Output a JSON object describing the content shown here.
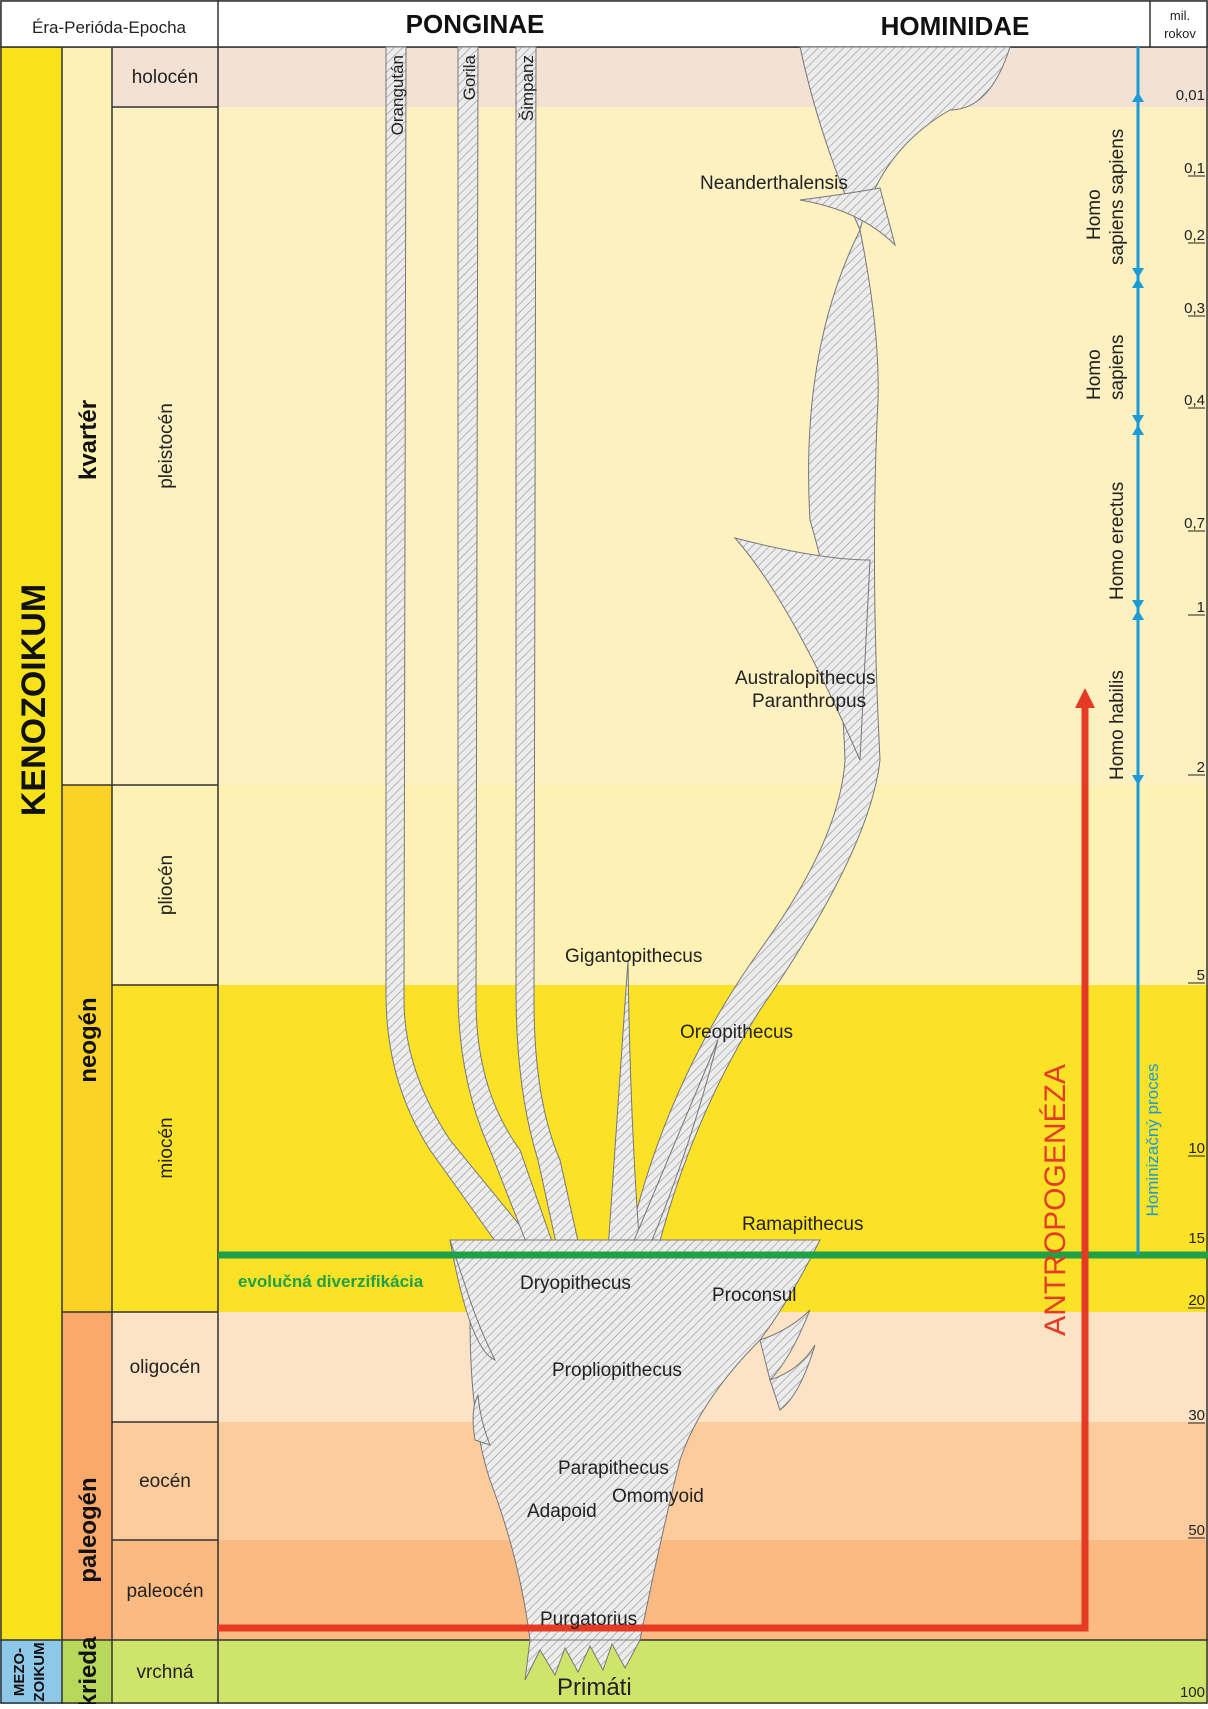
{
  "header": {
    "era_col_label": "Éra-Perióda-Epocha",
    "ponginae": "PONGINAE",
    "hominidae": "HOMINIDAE",
    "unit_line1": "mil.",
    "unit_line2": "rokov"
  },
  "eras": {
    "kenozoikum": "KENOZOIKUM",
    "mezozoikum_line1": "MEZO-",
    "mezozoikum_line2": "ZOIKUM"
  },
  "periods": {
    "kvarter": "kvartér",
    "neogen": "neogén",
    "paleogen": "paleogén",
    "krieda": "krieda"
  },
  "epochs": {
    "holocen": "holocén",
    "pleistocen": "pleistocén",
    "pliocen": "pliocén",
    "miocen": "miocén",
    "oligocen": "oligocén",
    "eocen": "eocén",
    "paleocen": "paleocén",
    "vrchna": "vrchná"
  },
  "ages": [
    "0,01",
    "0,1",
    "0,2",
    "0,3",
    "0,4",
    "0,7",
    "1",
    "2",
    "5",
    "10",
    "15",
    "20",
    "30",
    "50",
    "100"
  ],
  "apes": {
    "orangutan": "Orangután",
    "gorila": "Gorila",
    "simpanz": "Šimpanz"
  },
  "taxa": {
    "neanderthalensis": "Neanderthalensis",
    "australopithecus": "Australopithecus",
    "paranthropus": "Paranthropus",
    "gigantopithecus": "Gigantopithecus",
    "oreopithecus": "Oreopithecus",
    "ramapithecus": "Ramapithecus",
    "dryopithecus": "Dryopithecus",
    "proconsul": "Proconsul",
    "propliopithecus": "Propliopithecus",
    "parapithecus": "Parapithecus",
    "omomyoid": "Omomyoid",
    "adapoid": "Adapoid",
    "purgatorius": "Purgatorius",
    "primati": "Primáti"
  },
  "homo": {
    "hss_line1": "Homo",
    "hss_line2": "sapiens sapiens",
    "hs_line1": "Homo",
    "hs_line2": "sapiens",
    "erectus": "Homo erectus",
    "habilis": "Homo habilis"
  },
  "annotations": {
    "diversification": "evolučná diverzifikácia",
    "antropogeneza": "ANTROPOGENÉZA",
    "hominizacny": "Hominizačný proces"
  },
  "colors": {
    "holocene_bg": "#f3e2d4",
    "quaternary_bg": "#fdf0c1",
    "pliocene_bg": "#fdf2b3",
    "miocene_bg": "#fbe226",
    "oligocene_bg": "#fde3c6",
    "eocene_bg": "#fdcc9c",
    "paleocene_bg": "#fbba82",
    "cretaceous_bg": "#cfe46a",
    "kenozoikum_bg": "#f8e219",
    "green_line": "#1fa147",
    "red_arrow": "#e53a23",
    "blue_line": "#1a9ad7",
    "branch_fill": "#e6e6e6"
  }
}
